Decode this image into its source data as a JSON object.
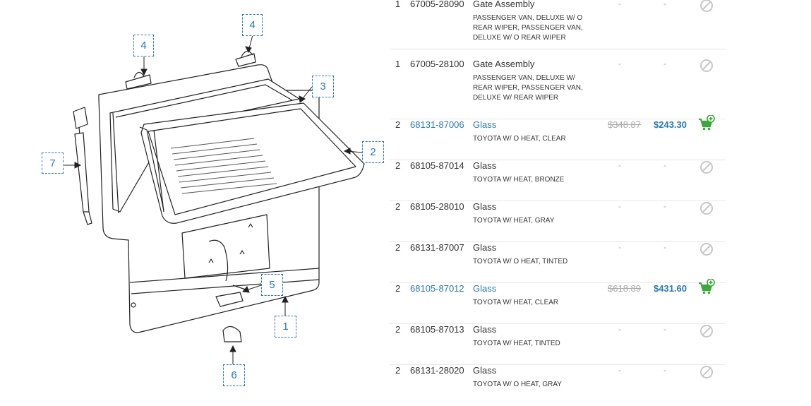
{
  "diagram": {
    "callouts": [
      "4",
      "4",
      "3",
      "2",
      "7",
      "5",
      "1",
      "6"
    ]
  },
  "parts": [
    {
      "qty": "1",
      "part_no": "67005-28090",
      "name": "Gate Assembly",
      "desc": "PASSENGER VAN, DELUXE W/ O REAR WIPER, PASSENGER VAN, DELUXE W/ O REAR WIPER",
      "list_price": "-",
      "price": "-",
      "available": false
    },
    {
      "qty": "1",
      "part_no": "67005-28100",
      "name": "Gate Assembly",
      "desc": "PASSENGER VAN, DELUXE W/ REAR WIPER, PASSENGER VAN, DELUXE W/ REAR WIPER",
      "list_price": "-",
      "price": "-",
      "available": false
    },
    {
      "qty": "2",
      "part_no": "68131-87006",
      "name": "Glass",
      "desc": "TOYOTA W/ O HEAT, CLEAR",
      "list_price": "$348.87",
      "price": "$243.30",
      "available": true
    },
    {
      "qty": "2",
      "part_no": "68105-87014",
      "name": "Glass",
      "desc": "TOYOTA W/ HEAT, BRONZE",
      "list_price": "-",
      "price": "-",
      "available": false
    },
    {
      "qty": "2",
      "part_no": "68105-28010",
      "name": "Glass",
      "desc": "TOYOTA W/ HEAT, GRAY",
      "list_price": "-",
      "price": "-",
      "available": false
    },
    {
      "qty": "2",
      "part_no": "68131-87007",
      "name": "Glass",
      "desc": "TOYOTA W/ O HEAT, TINTED",
      "list_price": "-",
      "price": "-",
      "available": false
    },
    {
      "qty": "2",
      "part_no": "68105-87012",
      "name": "Glass",
      "desc": "TOYOTA W/ HEAT, CLEAR",
      "list_price": "$618.89",
      "price": "$431.60",
      "available": true
    },
    {
      "qty": "2",
      "part_no": "68105-87013",
      "name": "Glass",
      "desc": "TOYOTA W/ HEAT, TINTED",
      "list_price": "-",
      "price": "-",
      "available": false
    },
    {
      "qty": "2",
      "part_no": "68131-28020",
      "name": "Glass",
      "desc": "TOYOTA W/ O HEAT, GRAY",
      "list_price": "-",
      "price": "-",
      "available": false
    }
  ],
  "icons": {
    "add_to_cart": "cart-plus-icon",
    "unavailable": "unavailable-icon"
  },
  "colors": {
    "link": "#2b78b5",
    "cart": "#3aa83a",
    "muted": "#aaaaaa"
  }
}
